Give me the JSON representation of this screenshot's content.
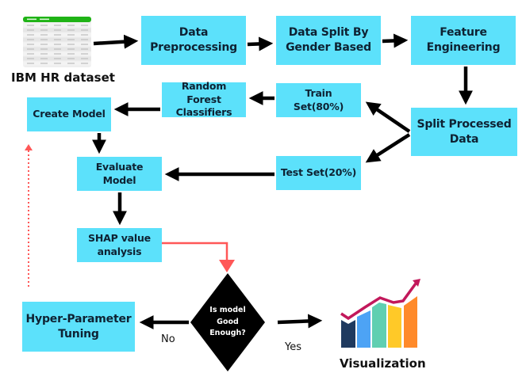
{
  "diagram": {
    "type": "flowchart",
    "colors": {
      "process_box": "#5ce1fb",
      "arrow": "#000000",
      "highlight_arrow": "#ff5757",
      "decision": "#000000",
      "dataset_header": "#1fb316"
    },
    "dataset": {
      "label": "IBM HR dataset",
      "icon": "spreadsheet-icon"
    },
    "nodes": {
      "data_preprocessing": "Data Preprocessing",
      "data_split_gender": "Data Split By Gender Based",
      "feature_engineering": "Feature Engineering",
      "split_processed_data": "Split Processed Data",
      "train_set": "Train Set(80%)",
      "test_set": "Test Set(20%)",
      "random_forest": "Random Forest Classifiers",
      "create_model": "Create Model",
      "evaluate_model": "Evaluate Model",
      "shap_analysis": "SHAP value analysis",
      "hyperparameter_tuning": "Hyper-Parameter Tuning",
      "decision": "Is model Good Enough?",
      "visualization": "Visualization"
    },
    "node_lines": {
      "data_preprocessing": [
        "Data",
        "Preprocessing"
      ],
      "data_split_gender": [
        "Data Split By",
        "Gender Based"
      ],
      "feature_engineering": [
        "Feature",
        "Engineering"
      ],
      "split_processed_data": [
        "Split Processed",
        "Data"
      ],
      "random_forest": [
        "Random Forest",
        "Classifiers"
      ],
      "shap_analysis": [
        "SHAP value",
        "analysis"
      ],
      "hyperparameter_tuning": [
        "Hyper-Parameter",
        "Tuning"
      ],
      "decision": [
        "Is model",
        "Good",
        "Enough?"
      ]
    },
    "edge_labels": {
      "no": "No",
      "yes": "Yes"
    },
    "edges": [
      {
        "from": "dataset",
        "to": "data_preprocessing"
      },
      {
        "from": "data_preprocessing",
        "to": "data_split_gender"
      },
      {
        "from": "data_split_gender",
        "to": "feature_engineering"
      },
      {
        "from": "feature_engineering",
        "to": "split_processed_data"
      },
      {
        "from": "split_processed_data",
        "to": "train_set"
      },
      {
        "from": "split_processed_data",
        "to": "test_set"
      },
      {
        "from": "train_set",
        "to": "random_forest"
      },
      {
        "from": "random_forest",
        "to": "create_model"
      },
      {
        "from": "create_model",
        "to": "evaluate_model"
      },
      {
        "from": "test_set",
        "to": "evaluate_model"
      },
      {
        "from": "evaluate_model",
        "to": "shap_analysis"
      },
      {
        "from": "shap_analysis",
        "to": "decision",
        "style": "red"
      },
      {
        "from": "decision",
        "to": "hyperparameter_tuning",
        "label": "No"
      },
      {
        "from": "decision",
        "to": "visualization",
        "label": "Yes"
      },
      {
        "from": "hyperparameter_tuning",
        "to": "create_model",
        "style": "red-dotted"
      }
    ],
    "visualization_icon": {
      "icon": "bar-chart-trend-icon",
      "bar_colors": [
        "#1f3a5f",
        "#4da3f5",
        "#5fcfb1",
        "#ffc928",
        "#ff8a2a"
      ],
      "trend_color": "#c2185b"
    }
  }
}
